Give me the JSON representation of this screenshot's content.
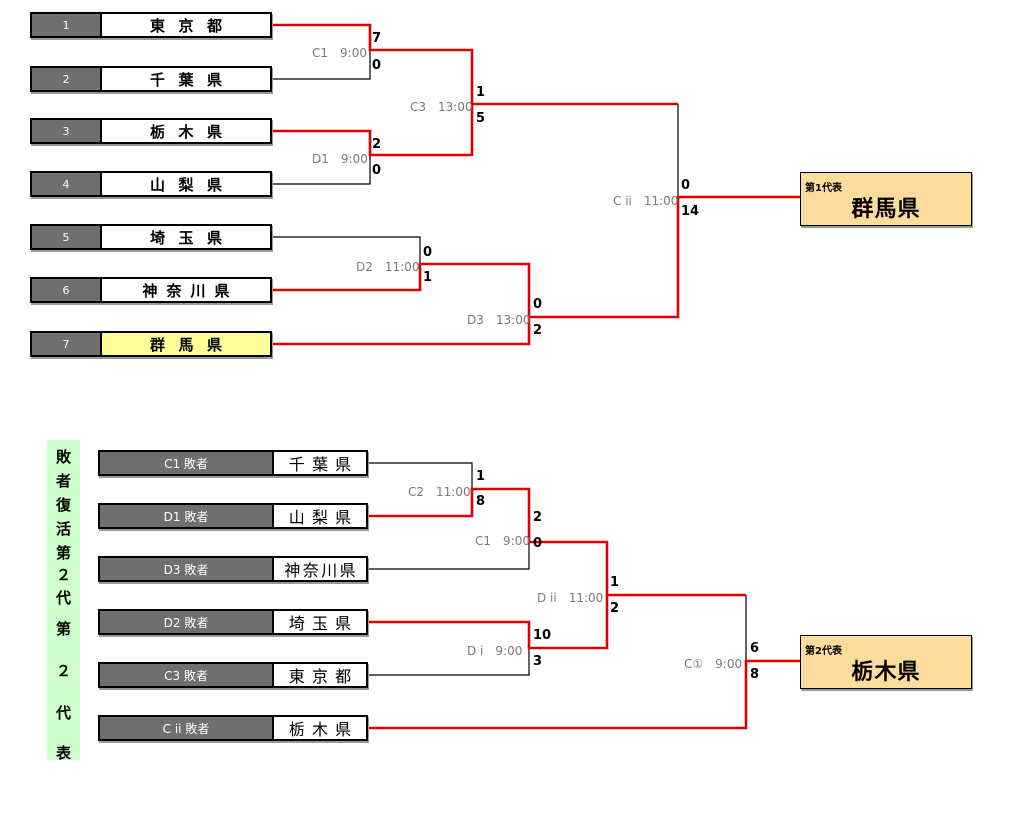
{
  "bracket1": {
    "teams": [
      {
        "num": "1",
        "name": "東京都"
      },
      {
        "num": "2",
        "name": "千葉県"
      },
      {
        "num": "3",
        "name": "栃木県"
      },
      {
        "num": "4",
        "name": "山梨県"
      },
      {
        "num": "5",
        "name": "埼玉県"
      },
      {
        "num": "6",
        "name": "神奈川県"
      },
      {
        "num": "7",
        "name": "群馬県"
      }
    ],
    "matches": [
      {
        "label": "C1　9:00",
        "top_score": "7",
        "bottom_score": "0"
      },
      {
        "label": "D1　9:00",
        "top_score": "2",
        "bottom_score": "0"
      },
      {
        "label": "D2　11:00",
        "top_score": "0",
        "bottom_score": "1"
      },
      {
        "label": "C3　13:00",
        "top_score": "1",
        "bottom_score": "5"
      },
      {
        "label": "D3　13:00",
        "top_score": "0",
        "bottom_score": "2"
      },
      {
        "label": "C ii　11:00",
        "top_score": "0",
        "bottom_score": "14"
      }
    ],
    "winner": {
      "title": "第1代表",
      "name": "群馬県"
    }
  },
  "bracket2": {
    "side_label": [
      "敗",
      "者",
      "復",
      "活",
      "第",
      "２",
      "代",
      "第",
      "２",
      "代",
      "表"
    ],
    "teams": [
      {
        "label": "C1  敗者",
        "name": "千葉県"
      },
      {
        "label": "D1  敗者",
        "name": "山梨県"
      },
      {
        "label": "D3  敗者",
        "name": "神奈川県"
      },
      {
        "label": "D2  敗者",
        "name": "埼玉県"
      },
      {
        "label": "C3  敗者",
        "name": "東京都"
      },
      {
        "label": "C ii  敗者",
        "name": "栃木県"
      }
    ],
    "matches": [
      {
        "label": "C2　11:00",
        "top_score": "1",
        "bottom_score": "8"
      },
      {
        "label": "C1　9:00",
        "top_score": "2",
        "bottom_score": "0"
      },
      {
        "label": "D i　9:00",
        "top_score": "10",
        "bottom_score": "3"
      },
      {
        "label": "D ii　11:00",
        "top_score": "1",
        "bottom_score": "2"
      },
      {
        "label": "C①　9:00",
        "top_score": "6",
        "bottom_score": "8"
      }
    ],
    "winner": {
      "title": "第2代表",
      "name": "栃木県"
    }
  },
  "colors": {
    "winning_line": "#e00000",
    "losing_line": "#000000",
    "winner_box": "#fcdc9c",
    "highlight": "#ffff99",
    "side_label_bg": "#ccffcc"
  }
}
